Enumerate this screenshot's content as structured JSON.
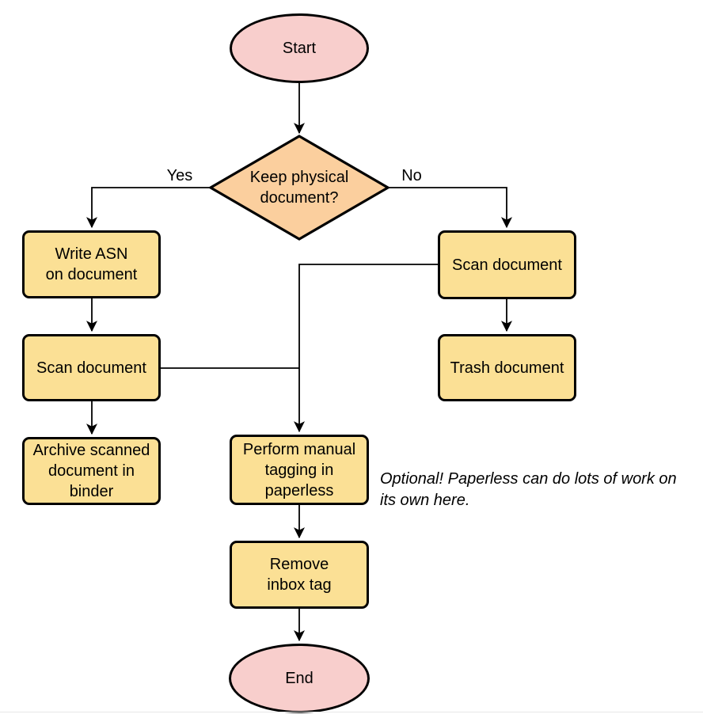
{
  "colors": {
    "terminator_fill": "#F8CECC",
    "decision_fill": "#FBCF9E",
    "process_fill": "#FBE095",
    "stroke_color": "#000000",
    "page_edge": "#E8E8E8"
  },
  "nodes": {
    "start": "Start",
    "decision": "Keep physical\ndocument?",
    "write_asn": "Write ASN\non document",
    "scan_left": "Scan document",
    "archive": "Archive scanned\ndocument in\nbinder",
    "scan_right": "Scan document",
    "trash": "Trash document",
    "tagging": "Perform manual\ntagging in\npaperless",
    "remove_inbox": "Remove\ninbox tag",
    "end": "End"
  },
  "edge_labels": {
    "yes": "Yes",
    "no": "No"
  },
  "annotation": "Optional! Paperless can do lots of work on\nits own here.",
  "edges": [
    {
      "from": "start",
      "to": "decision",
      "label": ""
    },
    {
      "from": "decision",
      "to": "write_asn",
      "label": "Yes"
    },
    {
      "from": "decision",
      "to": "scan_right",
      "label": "No"
    },
    {
      "from": "write_asn",
      "to": "scan_left",
      "label": ""
    },
    {
      "from": "scan_left",
      "to": "archive",
      "label": ""
    },
    {
      "from": "scan_left",
      "to": "tagging",
      "label": ""
    },
    {
      "from": "scan_right",
      "to": "trash",
      "label": ""
    },
    {
      "from": "scan_right",
      "to": "tagging",
      "label": ""
    },
    {
      "from": "tagging",
      "to": "remove_inbox",
      "label": ""
    },
    {
      "from": "remove_inbox",
      "to": "end",
      "label": ""
    }
  ]
}
